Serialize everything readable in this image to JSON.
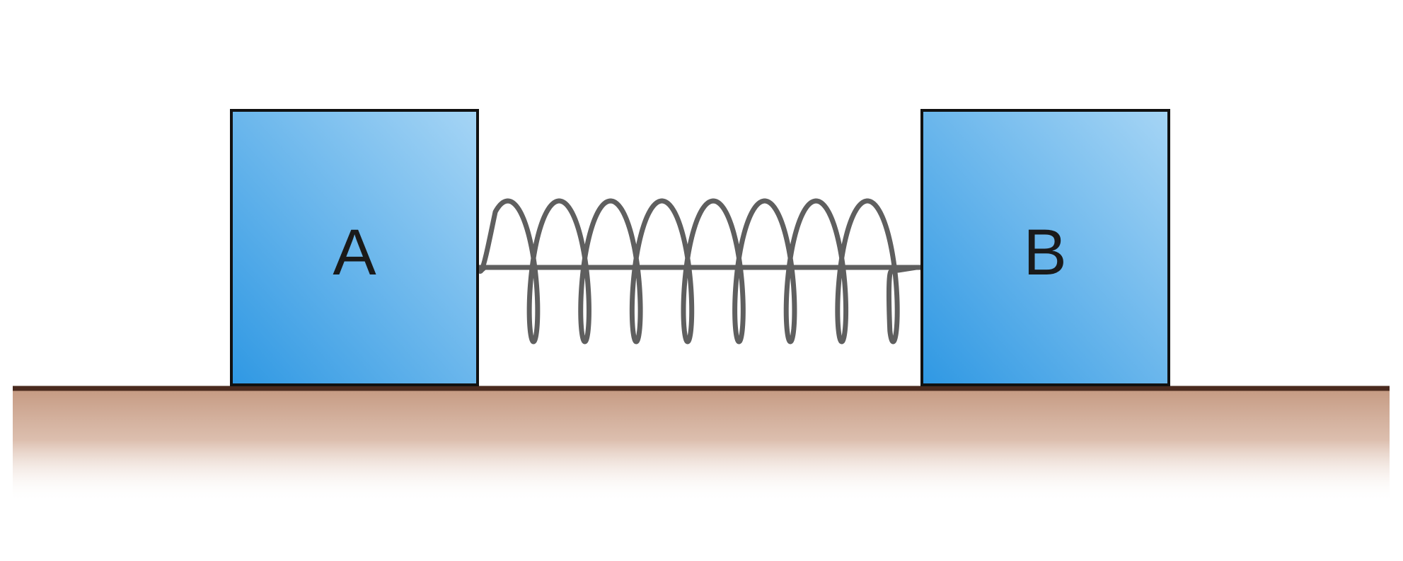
{
  "blocks": [
    {
      "id": "A",
      "label": "A"
    },
    {
      "id": "B",
      "label": "B"
    }
  ],
  "spring": {
    "coils": 8
  },
  "colors": {
    "block_gradient_dark": "#2f98e3",
    "block_gradient_light": "#a6d5f5",
    "block_border": "#111111",
    "spring": "#5f5f5f",
    "ground_line": "#4a2a1e",
    "ground_top": "#c59a82",
    "background": "#ffffff"
  }
}
